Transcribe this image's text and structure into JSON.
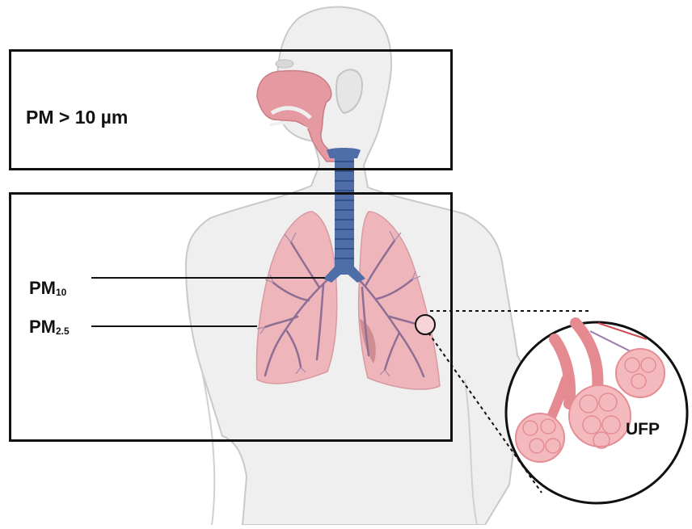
{
  "labels": {
    "upper": "PM > 10 µm",
    "pm10_main": "PM",
    "pm10_sub": "10",
    "pm25_main": "PM",
    "pm25_sub": "2.5",
    "ufp": "UFP"
  },
  "colors": {
    "skin": "#efefef",
    "skin_outline": "#c9c9c9",
    "airway": "#e49aa0",
    "lung": "#eeb6bb",
    "bronchi": "#8f6e96",
    "trachea": "#4f6ea8",
    "frame": "#111111"
  }
}
